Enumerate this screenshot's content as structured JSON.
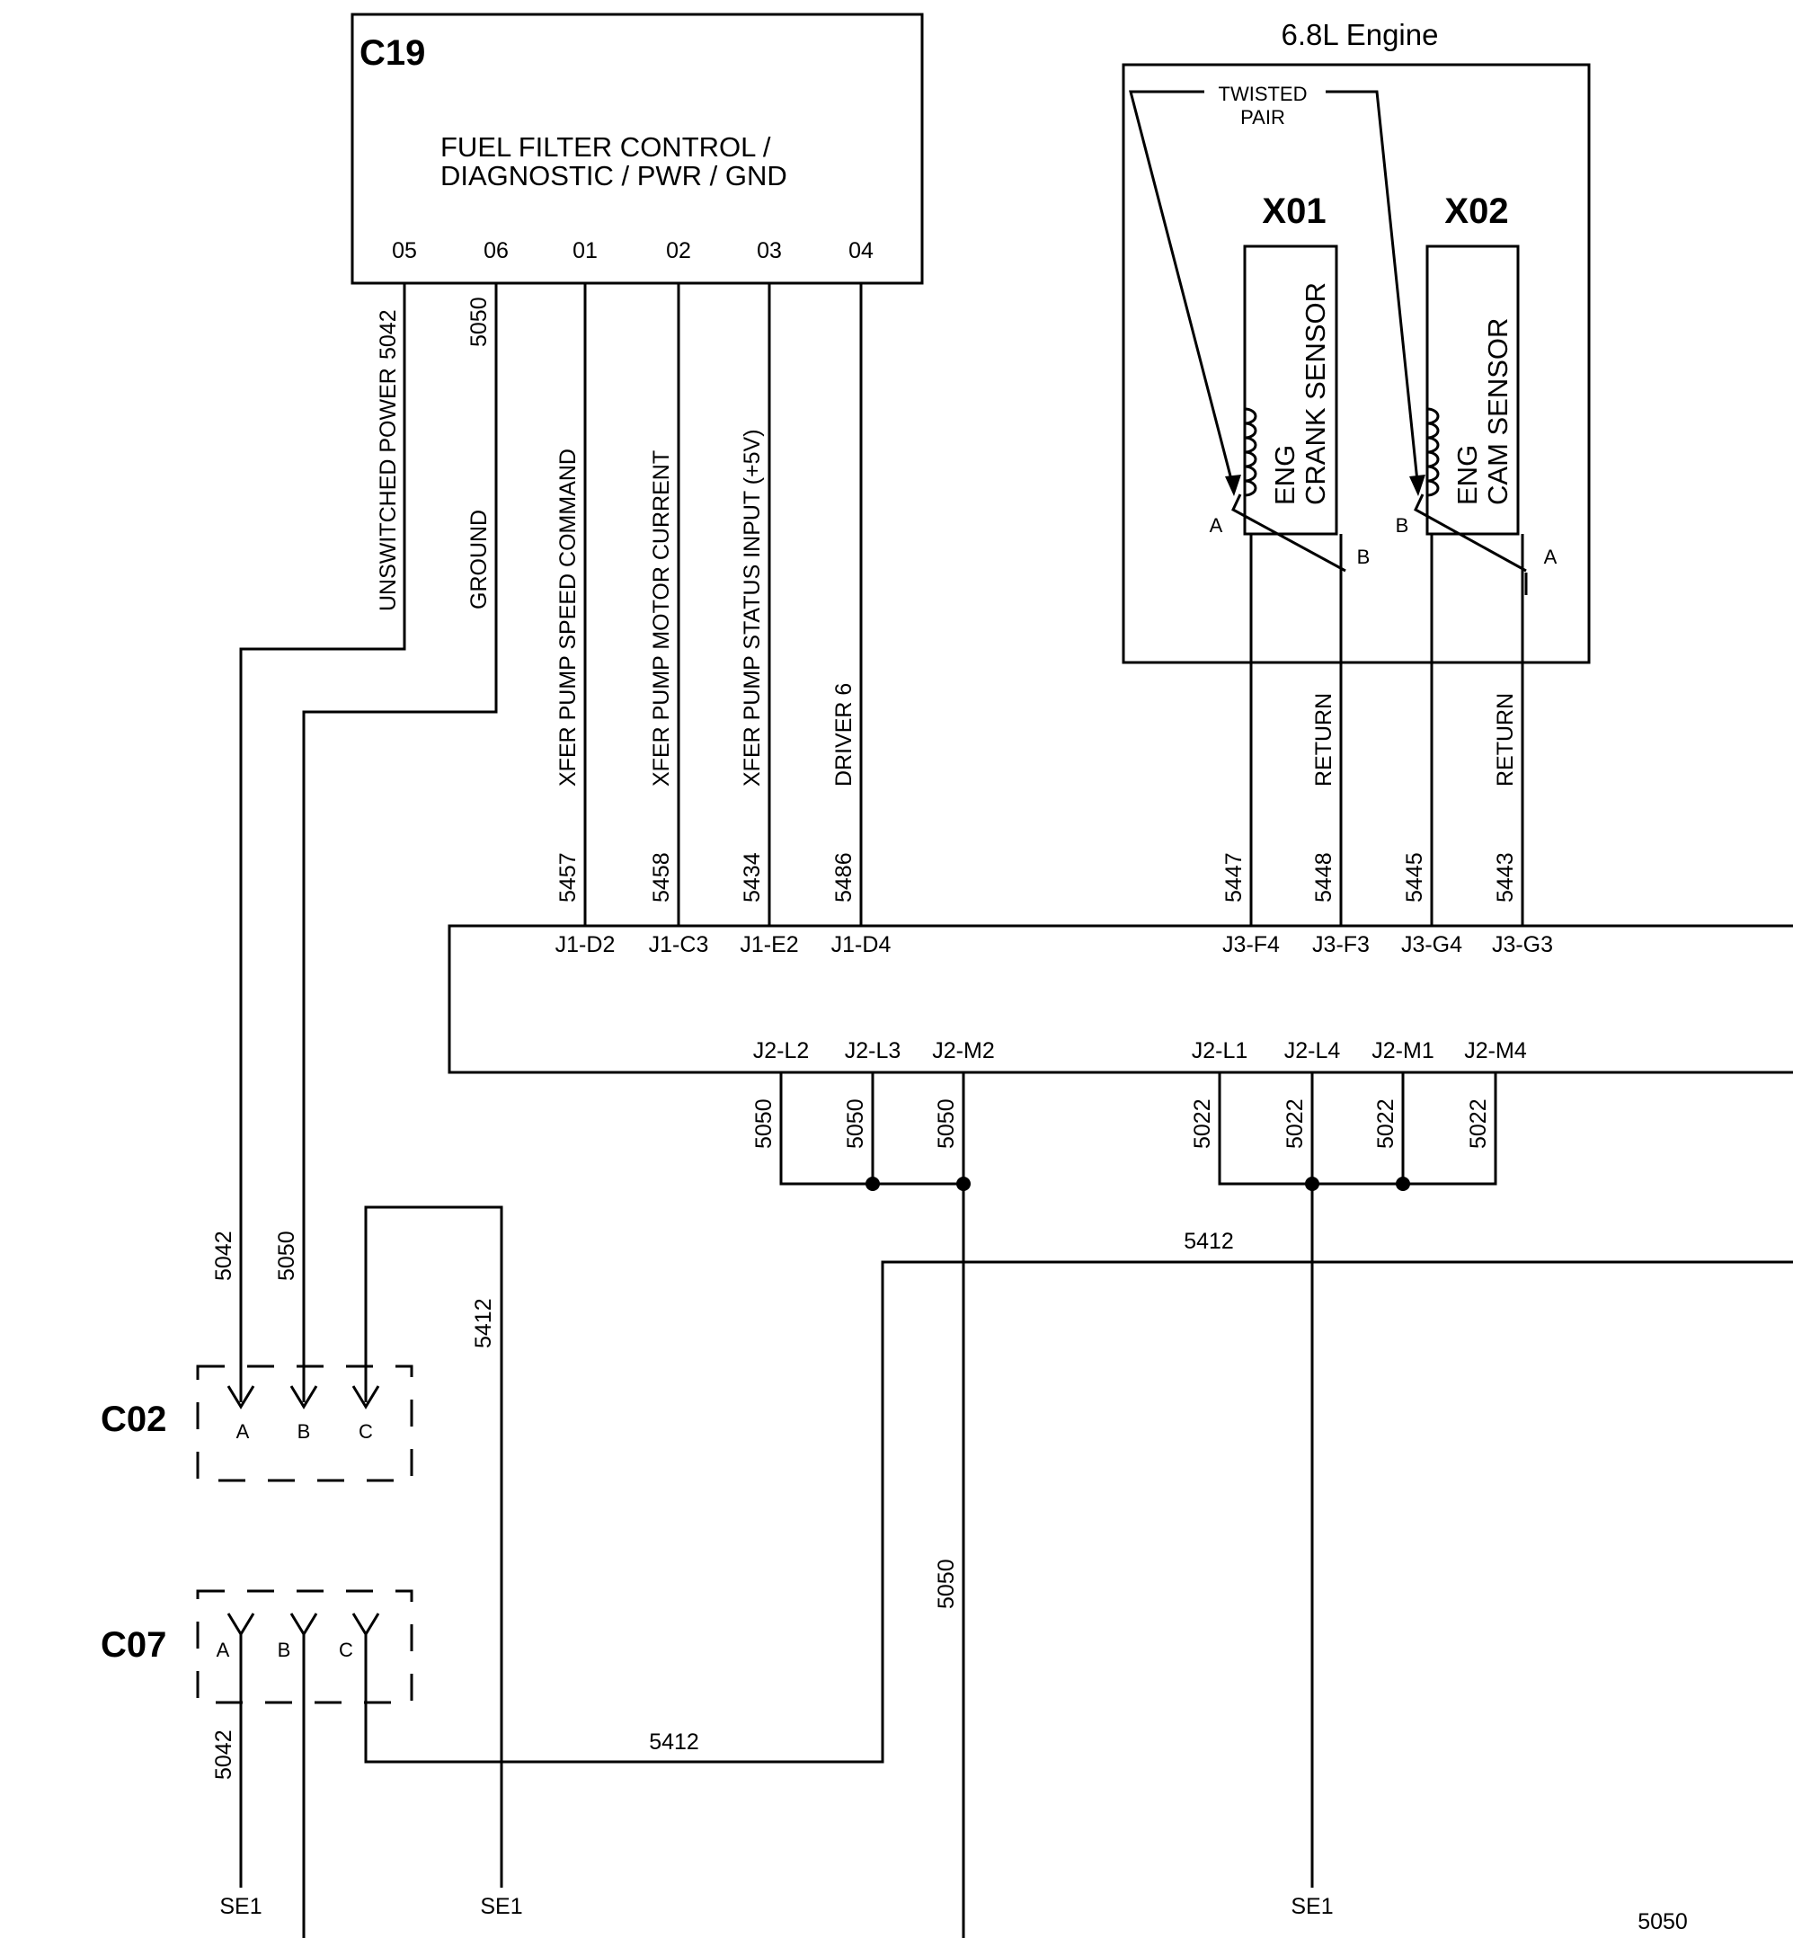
{
  "engine_label": "6.8L Engine",
  "c19": {
    "id": "C19",
    "title_line1": "FUEL FILTER CONTROL /",
    "title_line2": "DIAGNOSTIC / PWR / GND",
    "pins": [
      "05",
      "06",
      "01",
      "02",
      "03",
      "04"
    ]
  },
  "c19_wires": [
    {
      "circuit": "5042",
      "label": "UNSWITCHED POWER"
    },
    {
      "circuit": "5050",
      "label": "GROUND"
    },
    {
      "circuit": "5457",
      "label": "XFER PUMP SPEED COMMAND",
      "pin": "J1-D2"
    },
    {
      "circuit": "5458",
      "label": "XFER PUMP MOTOR CURRENT",
      "pin": "J1-C3"
    },
    {
      "circuit": "5434",
      "label": "XFER PUMP STATUS INPUT (+5V)",
      "pin": "J1-E2"
    },
    {
      "circuit": "5486",
      "label": "DRIVER 6",
      "pin": "J1-D4"
    }
  ],
  "twisted_pair": [
    "TWISTED",
    "PAIR"
  ],
  "sensors": [
    {
      "id": "X01",
      "name_line1": "ENG",
      "name_line2": "CRANK SENSOR",
      "term_left": "A",
      "term_right": "B"
    },
    {
      "id": "X02",
      "name_line1": "ENG",
      "name_line2": "CAM SENSOR",
      "term_left": "B",
      "term_right": "A"
    }
  ],
  "sensor_wires": [
    {
      "circuit": "5447",
      "pin": "J3-F4",
      "label": ""
    },
    {
      "circuit": "5448",
      "pin": "J3-F3",
      "label": "RETURN"
    },
    {
      "circuit": "5445",
      "pin": "J3-G4",
      "label": ""
    },
    {
      "circuit": "5443",
      "pin": "J3-G3",
      "label": "RETURN"
    }
  ],
  "j2_pins": [
    {
      "pin": "J2-L2",
      "circuit": "5050"
    },
    {
      "pin": "J2-L3",
      "circuit": "5050"
    },
    {
      "pin": "J2-M2",
      "circuit": "5050"
    },
    {
      "pin": "J2-L1",
      "circuit": "5022"
    },
    {
      "pin": "J2-L4",
      "circuit": "5022"
    },
    {
      "pin": "J2-M1",
      "circuit": "5022"
    },
    {
      "pin": "J2-M4",
      "circuit": "5022"
    }
  ],
  "connectors": {
    "c02": {
      "id": "C02",
      "pins": [
        "A",
        "B",
        "C"
      ]
    },
    "c07": {
      "id": "C07",
      "pins": [
        "A",
        "B",
        "C"
      ]
    }
  },
  "circuits": {
    "c02_a": "5042",
    "c02_b": "5050",
    "c02_c": "5412",
    "mid_5412": "5412",
    "bottom_5412": "5412",
    "m2_down": "5050",
    "c07_a": "5042",
    "bus": "5050"
  },
  "ground_labels": [
    "SE1",
    "SE1",
    "SE1"
  ]
}
